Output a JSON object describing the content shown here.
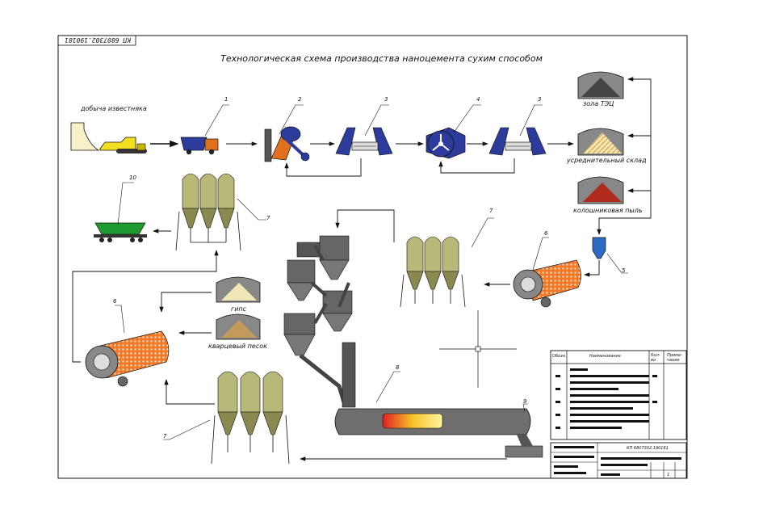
{
  "title": "Технологическая схема производства наноцемента сухим способом",
  "stamp_code": "КП 6807302.190181",
  "labels": {
    "limestone_mining": "добыча известняка",
    "fly_ash": "зола ТЭЦ",
    "blending_store": "усреднительный склад",
    "flue_dust": "колошниковая пыль",
    "gypsum": "гипс",
    "quartz_sand": "кварцевый песок"
  },
  "item_numbers": {
    "truck": "1",
    "crusher": "2",
    "feeder_a": "3",
    "mill_fan": "4",
    "feeder_b": "3",
    "hopper": "5",
    "ball_mill_right": "6",
    "ball_mill_left": "6",
    "silo_top_left": "7",
    "silo_center": "7",
    "silo_bottom": "7",
    "kiln": "8",
    "kiln_support": "9",
    "railcar": "10"
  },
  "spec_table": {
    "col_pos": "Обозн.",
    "col_name": "Наименование",
    "col_qty": "Кол-во",
    "col_note": "Приме-чание"
  },
  "title_block": {
    "code": "КП 6807302.190181",
    "sheet": "1"
  },
  "colors": {
    "silo": "#b8b878",
    "silo_dark": "#8a8a50",
    "machine_blue": "#2d3c9c",
    "truck_orange": "#e0701e",
    "bulldozer_yellow": "#f2e020",
    "kiln_grey": "#6e6e6e",
    "railcar_green": "#1e9a30",
    "storage_grey": "#888888",
    "flue_red": "#b02a1e",
    "gypsum_cream": "#f2e6b8",
    "sand_tan": "#c49a5a"
  }
}
